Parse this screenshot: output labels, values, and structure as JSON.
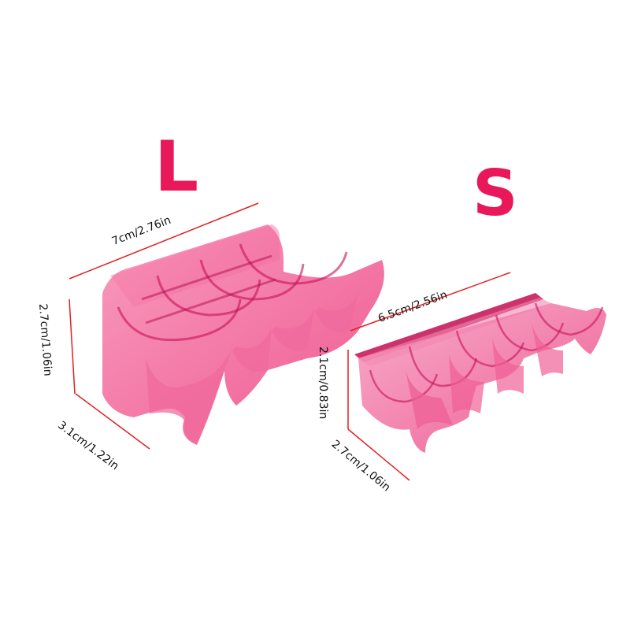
{
  "labels": {
    "large": "L",
    "small": "S"
  },
  "dimensions": {
    "large_length": "7cm/2.76in",
    "large_height": "2.7cm/1.06in",
    "large_depth": "3.1cm/1.22in",
    "small_length": "6.5cm/2.56in",
    "small_height": "2.1cm/0.83in",
    "small_depth": "2.7cm/1.06in"
  },
  "colors": {
    "label": "#e8185a",
    "product": "#f0508a",
    "measure_line": "#e22020"
  }
}
